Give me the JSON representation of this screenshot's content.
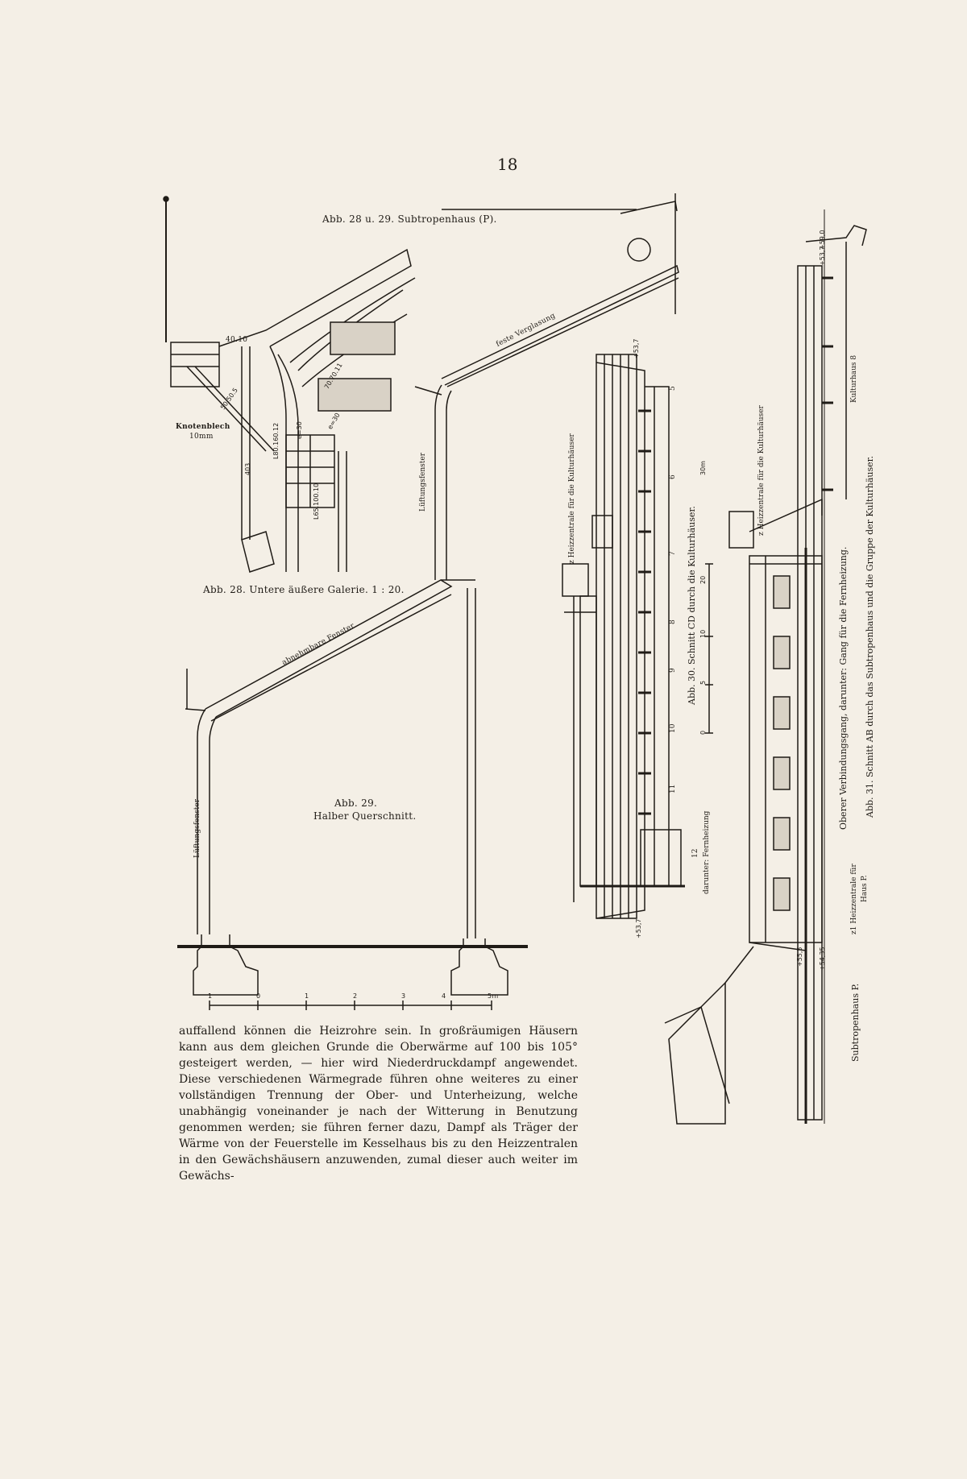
{
  "page_number": "18",
  "header_caption": "Abb. 28 u. 29.  Subtropenhaus (P).",
  "fig28": {
    "caption": "Abb. 28.  Untere äußere Galerie.  1 : 20.",
    "labels": {
      "a": "40.10",
      "b": "Knotenblech",
      "c": "10mm",
      "d": "50.50.5",
      "e": "403",
      "f": "L80.160.12",
      "g": "L65.100.10",
      "h": "70.70.11",
      "i": "e=30",
      "j": "e=30"
    }
  },
  "fig29": {
    "caption_line1": "Abb. 29.",
    "caption_line2": "Halber Querschnitt.",
    "label_feste": "feste Verglasung",
    "label_abnehmbar": "abnehmbare Fenster",
    "label_lueftung_upper": "Lüftungsfenster",
    "label_lueftung_lower": "Lüftungsfenster",
    "scale": [
      "1",
      "0",
      "1",
      "2",
      "3",
      "4",
      "5m"
    ]
  },
  "fig30": {
    "caption": "Abb. 30.  Schnitt CD durch die Kulturhäuser.",
    "label_heizzentrale": "z Heizzentrale für die Kulturhäuser",
    "label_fernheizung": "darunter: Fernheizung",
    "level_top": "+53,7",
    "level_bottom": "+53,7",
    "numbers": [
      "5",
      "6",
      "7",
      "8",
      "9",
      "10",
      "11",
      "12"
    ],
    "scale": [
      "0",
      "5",
      "10",
      "20",
      "30m"
    ]
  },
  "fig31": {
    "caption": "Abb. 31.  Schnitt AB durch das Subtropenhaus und die Gruppe der Kulturhäuser.",
    "caption_line2": "Oberer Verbindungsgang, darunter: Gang für die Fernheizung.",
    "label_kulturhaus": "Kulturhaus 8",
    "label_heizzentrale": "z Heizzentrale für die Kulturhäuser",
    "label_heizzentrale_p1": "z1 Heizzentrale für",
    "label_heizzentrale_p2": "Haus P.",
    "label_subtropen": "Subtropenhaus P.",
    "level_top": "+59,0",
    "level_mid": "+53,7",
    "level_a": "+55,5",
    "level_b": "+54,35"
  },
  "body_text": "auffallend können die Heizrohre sein. In großräumigen Häusern kann aus dem gleichen Grunde die Oberwärme auf 100 bis 105° gesteigert werden, — hier wird Niederdruckdampf angewendet. Diese verschiedenen Wärmegrade führen ohne weiteres zu einer vollständigen Trennung der Ober- und Unterheizung, welche unabhängig voneinander je nach der Witterung in Benutzung genommen werden; sie führen ferner dazu, Dampf als Träger der Wärme von der Feuerstelle im Kesselhaus bis zu den Heizzentralen in den Gewächshäusern anzuwenden, zumal dieser auch weiter im Gewächs-"
}
